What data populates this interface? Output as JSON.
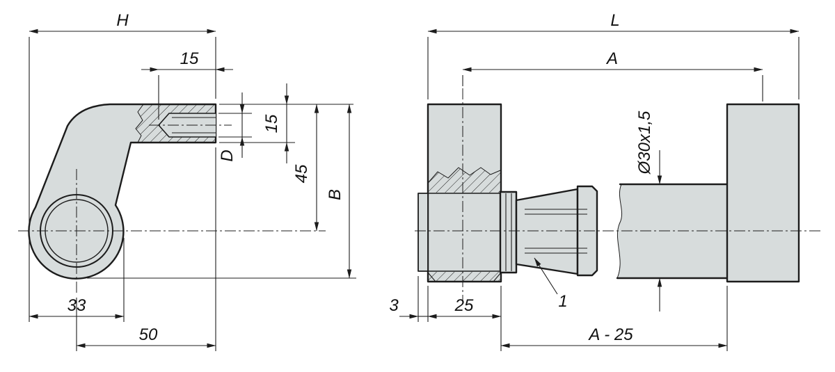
{
  "colors": {
    "line": "#1c1c1c",
    "part_fill": "#d7dcdc",
    "background": "#ffffff"
  },
  "left_view": {
    "dim_H": "H",
    "dim_thread_depth": "15",
    "dim_thread_height": "15",
    "dim_thread_dia": "D",
    "dim_45": "45",
    "dim_B": "B",
    "dim_33": "33",
    "dim_50": "50"
  },
  "right_view": {
    "dim_L": "L",
    "dim_A": "A",
    "dim_tube_dia": "Ø30x1,5",
    "dim_3": "3",
    "dim_25": "25",
    "callout_1": "1",
    "dim_A_minus_25": "A - 25"
  }
}
